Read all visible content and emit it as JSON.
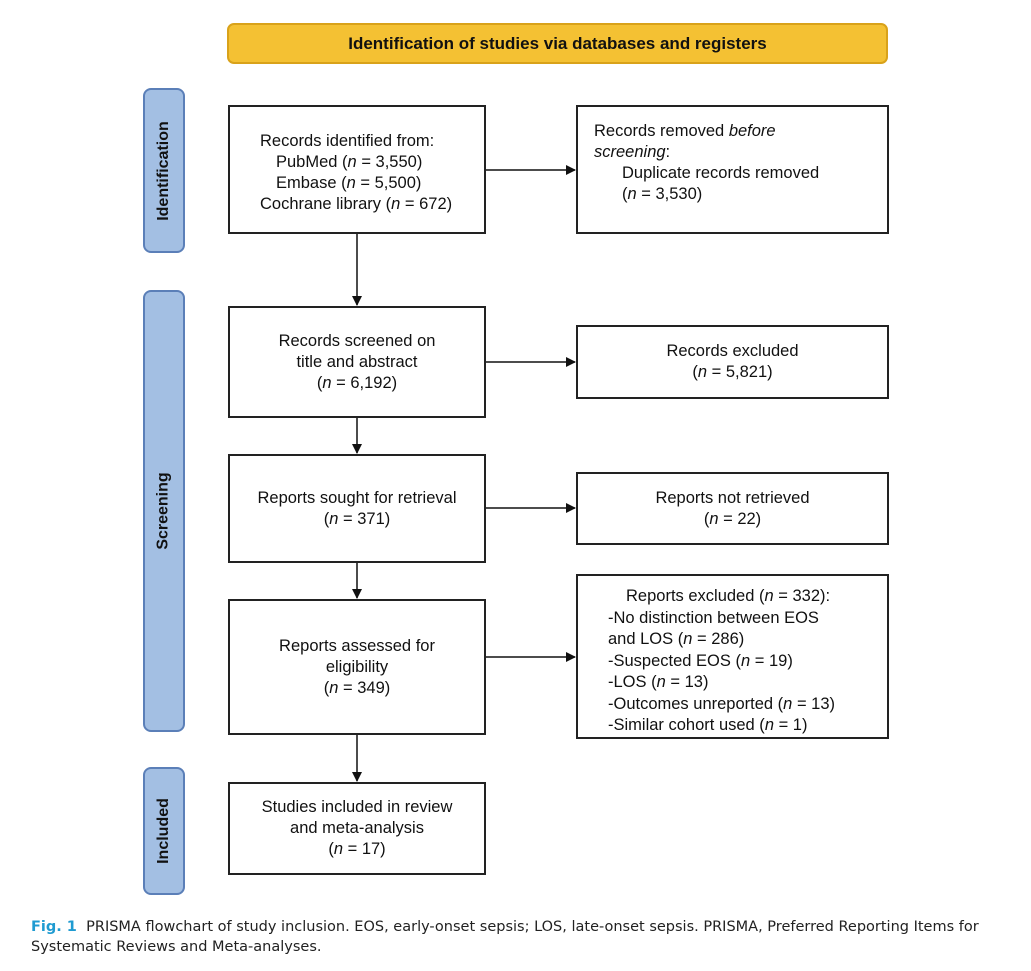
{
  "header": {
    "title": "Identification of studies via databases and registers"
  },
  "phases": {
    "identification": "Identification",
    "screening": "Screening",
    "included": "Included"
  },
  "boxes": {
    "identified": {
      "l1": "Records identified from:",
      "l2a": "PubMed (",
      "l2n": "n",
      "l2b": " = 3,550)",
      "l3a": "Embase (",
      "l3n": "n",
      "l3b": " = 5,500)",
      "l4a": "Cochrane library (",
      "l4n": "n",
      "l4b": " = 672)"
    },
    "removed": {
      "l1a": "Records removed ",
      "l1i": "before",
      "l2i": "screening",
      "l2b": ":",
      "l3": "Duplicate records removed",
      "l4a": "(",
      "l4n": "n",
      "l4b": " = 3,530)"
    },
    "screened": {
      "l1": "Records screened on",
      "l2": "title and abstract",
      "l3a": "(",
      "l3n": "n",
      "l3b": " = 6,192)"
    },
    "excluded": {
      "l1": "Records excluded",
      "l2a": "(",
      "l2n": "n",
      "l2b": " = 5,821)"
    },
    "sought": {
      "l1": "Reports sought for retrieval",
      "l2a": "(",
      "l2n": "n",
      "l2b": " = 371)"
    },
    "not_retrieved": {
      "l1": "Reports not retrieved",
      "l2a": "(",
      "l2n": "n",
      "l2b": " = 22)"
    },
    "assessed": {
      "l1": "Reports assessed for",
      "l2": "eligibility",
      "l3a": "(",
      "l3n": "n",
      "l3b": " = 349)"
    },
    "reports_excluded": {
      "l1a": "Reports excluded (",
      "l1n": "n",
      "l1b": " = 332):",
      "l2": "-No distinction between EOS",
      "l3a": "and LOS (",
      "l3n": "n",
      "l3b": " = 286)",
      "l4a": "-Suspected EOS (",
      "l4n": "n",
      "l4b": " = 19)",
      "l5a": "-LOS (",
      "l5n": "n",
      "l5b": " = 13)",
      "l6a": "-Outcomes unreported (",
      "l6n": "n",
      "l6b": " = 13)",
      "l7a": "-Similar cohort used (",
      "l7n": "n",
      "l7b": " = 1)"
    },
    "included": {
      "l1": "Studies included in review",
      "l2": "and meta-analysis",
      "l3a": "(",
      "l3n": "n",
      "l3b": " = 17)"
    }
  },
  "caption": {
    "label": "Fig. 1",
    "text": "PRISMA flowchart of study inclusion. EOS, early-onset sepsis; LOS, late-onset sepsis. PRISMA, Preferred Reporting Items for Systematic Reviews and Meta-analyses."
  }
}
